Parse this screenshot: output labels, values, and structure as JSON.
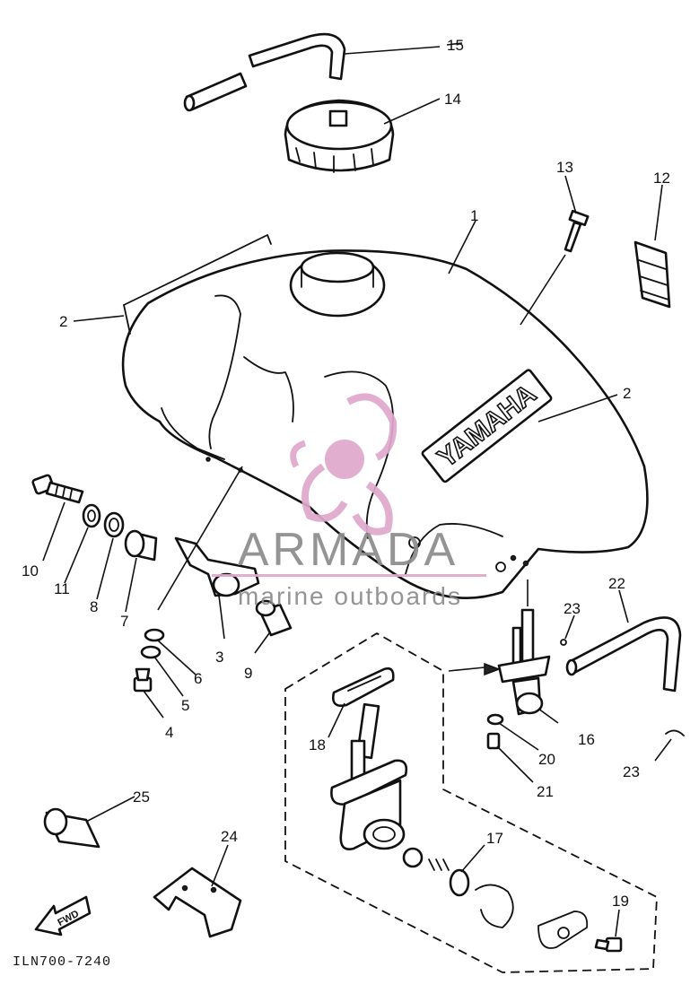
{
  "diagram": {
    "callouts": [
      {
        "id": "1",
        "text": "1"
      },
      {
        "id": "2a",
        "text": "2"
      },
      {
        "id": "2b",
        "text": "2"
      },
      {
        "id": "3",
        "text": "3"
      },
      {
        "id": "4",
        "text": "4"
      },
      {
        "id": "5",
        "text": "5"
      },
      {
        "id": "6",
        "text": "6"
      },
      {
        "id": "7",
        "text": "7"
      },
      {
        "id": "8",
        "text": "8"
      },
      {
        "id": "9",
        "text": "9"
      },
      {
        "id": "10",
        "text": "10"
      },
      {
        "id": "11",
        "text": "11"
      },
      {
        "id": "12",
        "text": "12"
      },
      {
        "id": "13",
        "text": "13"
      },
      {
        "id": "14",
        "text": "14"
      },
      {
        "id": "15",
        "text": "15"
      },
      {
        "id": "16",
        "text": "16"
      },
      {
        "id": "17",
        "text": "17"
      },
      {
        "id": "18",
        "text": "18"
      },
      {
        "id": "19",
        "text": "19"
      },
      {
        "id": "20",
        "text": "20"
      },
      {
        "id": "21",
        "text": "21"
      },
      {
        "id": "22",
        "text": "22"
      },
      {
        "id": "23a",
        "text": "23"
      },
      {
        "id": "23b",
        "text": "23"
      },
      {
        "id": "24",
        "text": "24"
      },
      {
        "id": "25",
        "text": "25"
      }
    ],
    "tank_decal_text": "YAMAHA",
    "fwd_label": "FWD",
    "drawing_code": "ILN700-7240",
    "watermark": {
      "title": "ARMADA",
      "subtitle": "marine outboards",
      "accent_color": "#e0a8cc",
      "text_color": "#8c8c8c"
    }
  }
}
